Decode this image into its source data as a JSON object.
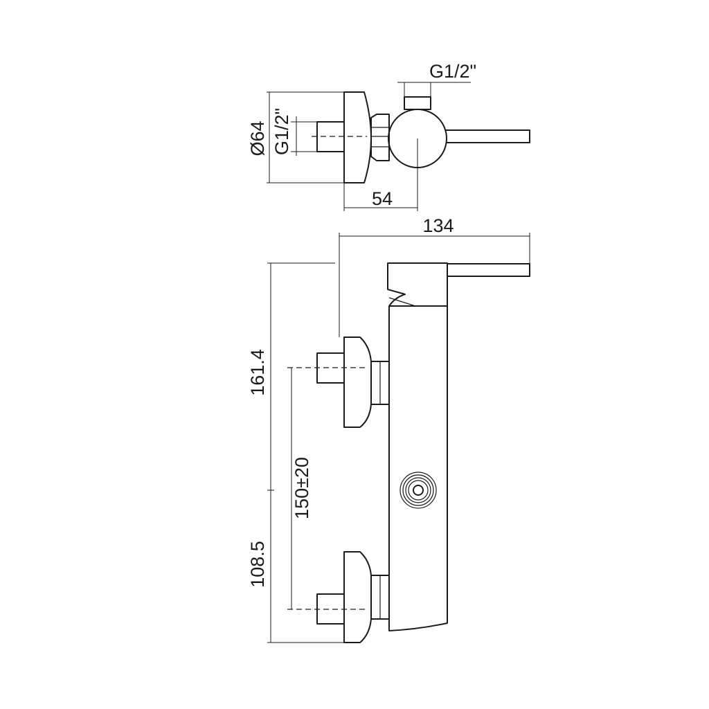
{
  "top_view": {
    "dim_inlet_thread": "G1/2\"",
    "dim_outlet_thread": "G1/2\"",
    "dim_diameter": "Ø64",
    "dim_depth": "54"
  },
  "front_view": {
    "dim_total_width": "134",
    "dim_upper_height": "161.4",
    "dim_lower_height": "108.5",
    "dim_inlet_spacing": "150±20"
  },
  "colors": {
    "line": "#1a1a1a",
    "background": "#ffffff"
  }
}
